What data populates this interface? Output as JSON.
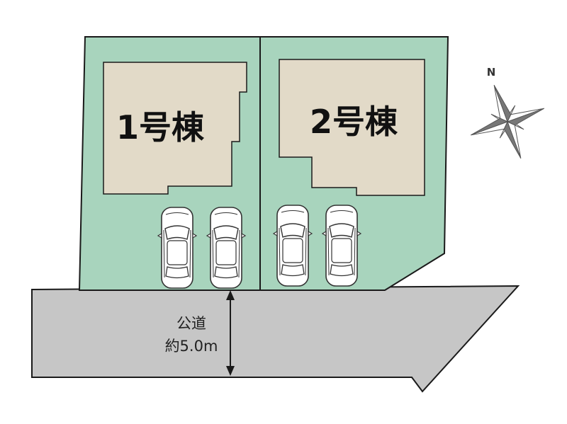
{
  "plots": [
    {
      "label": "1号棟"
    },
    {
      "label": "2号棟"
    }
  ],
  "road": {
    "line1": "公道",
    "line2": "約5.0m"
  },
  "compass": {
    "north_label": "N",
    "icon": "compass-rose-icon"
  },
  "colors": {
    "lot_fill": "#a8d4bd",
    "building_fill": "#e2dac8",
    "road_fill": "#c6c6c6",
    "outline": "#1a1a1a"
  }
}
